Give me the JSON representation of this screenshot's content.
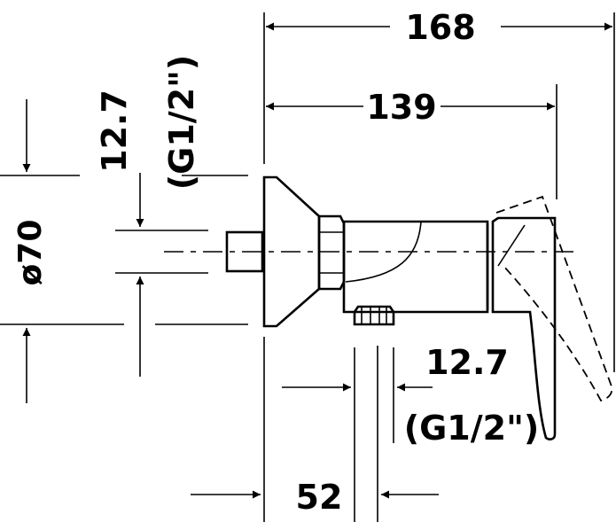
{
  "dimensions": {
    "overall_width": "168",
    "body_width": "139",
    "inlet_thread_size": "12.7",
    "inlet_thread_spec": "(G1/2\")",
    "rosette_diameter": "ø70",
    "outlet_thread_size": "12.7",
    "outlet_thread_spec": "(G1/2\")",
    "outlet_offset": "52"
  }
}
